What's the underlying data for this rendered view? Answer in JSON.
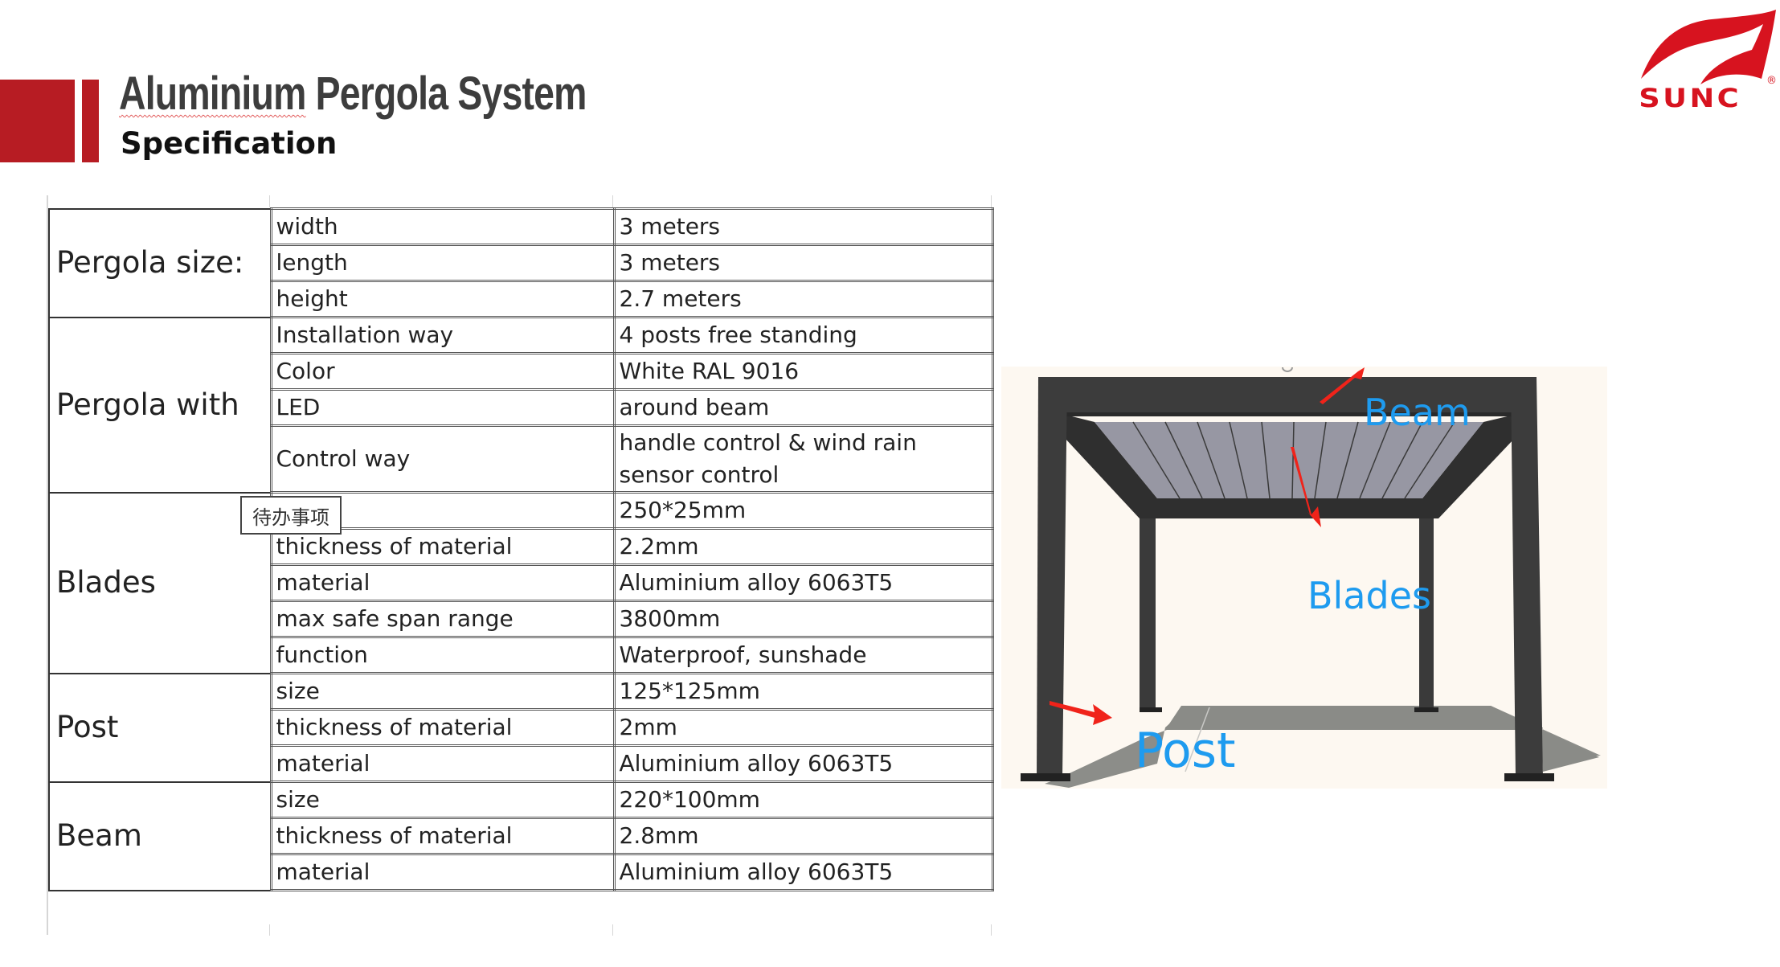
{
  "header": {
    "title_part1": "Aluminium",
    "title_part2": "Pergola System",
    "subtitle": "Specification",
    "brand_color": "#b71c23"
  },
  "logo": {
    "brand": "SUNC",
    "registered_mark": "®",
    "color": "#d7131f"
  },
  "spec_table": {
    "groups": [
      {
        "label": "Pergola size:",
        "rows": [
          {
            "property": "width",
            "value": "3 meters"
          },
          {
            "property": "length",
            "value": "3 meters"
          },
          {
            "property": "height",
            "value": "2.7 meters"
          }
        ]
      },
      {
        "label": "Pergola with",
        "rows": [
          {
            "property": "Installation way",
            "value": "4 posts free standing"
          },
          {
            "property": "Color",
            "value": "White RAL 9016"
          },
          {
            "property": "LED",
            "value": "around beam"
          },
          {
            "property": "Control way",
            "value": "handle control & wind rain sensor control"
          }
        ]
      },
      {
        "label": "Blades",
        "rows": [
          {
            "property": "",
            "value": "250*25mm"
          },
          {
            "property": "thickness of material",
            "value": "2.2mm"
          },
          {
            "property": "material",
            "value": "Aluminium alloy 6063T5"
          },
          {
            "property": "max safe span range",
            "value": "3800mm"
          },
          {
            "property": "function",
            "value": "Waterproof, sunshade"
          }
        ]
      },
      {
        "label": "Post",
        "rows": [
          {
            "property": "size",
            "value": "125*125mm"
          },
          {
            "property": "thickness of material",
            "value": "2mm"
          },
          {
            "property": "material",
            "value": "Aluminium alloy 6063T5"
          }
        ]
      },
      {
        "label": "Beam",
        "rows": [
          {
            "property": "size",
            "value": "220*100mm"
          },
          {
            "property": "thickness of material",
            "value": "2.8mm"
          },
          {
            "property": "material",
            "value": "Aluminium alloy 6063T5"
          }
        ]
      }
    ]
  },
  "tooltip": {
    "text": "待办事项"
  },
  "diagram": {
    "labels": {
      "beam": "Beam",
      "blades": "Blades",
      "post": "Post"
    },
    "label_color": "#1e9bef",
    "arrow_color": "#f0231a",
    "frame_color": "#3c3c3c"
  }
}
